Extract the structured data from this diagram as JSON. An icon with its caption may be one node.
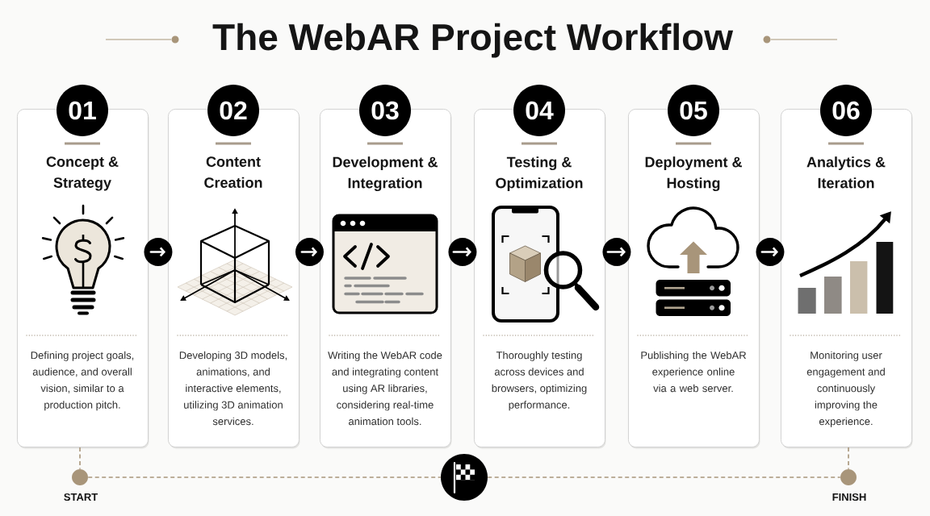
{
  "diagram": {
    "title": "The WebAR Project Workflow",
    "nodes": [
      {
        "text": [
          "01"
        ]
      },
      {
        "text": [
          "Concept & Strategy",
          "Defining project goals, audience, and overall vision, similar to a production pitch."
        ]
      },
      {
        "text": [
          "02"
        ]
      },
      {
        "text": [
          "Content Creation",
          "Developing 3D models, animations, and interactive elements, utilizing 3D animation services."
        ]
      },
      {
        "text": [
          "03"
        ]
      },
      {
        "text": [
          "Development & Integration",
          "Writing the WebAR code and integrating content using AR libraries, considering real-time animation tools."
        ]
      },
      {
        "text": [
          "04"
        ]
      },
      {
        "text": [
          "Testing & Optimization",
          "Thoroughly testing across devices and browsers, optimizing performance."
        ]
      },
      {
        "text": [
          "05"
        ]
      },
      {
        "text": [
          "Deployment & Hosting",
          "Publishing the WebAR experience online via a web server."
        ]
      },
      {
        "text": [
          "06"
        ]
      },
      {
        "text": [
          "Analytics & Iteration",
          "Monitoring user engagement and continuously improving the experience."
        ]
      },
      {
        "text": [],
        "shape": "circle",
        "beside": [
          "START"
        ]
      },
      {
        "text": [],
        "shape": "circle"
      },
      {
        "text": [],
        "shape": "circle",
        "beside": [
          "FINISH"
        ]
      }
    ],
    "edges": [
      {
        "from": 1,
        "to": 3,
        "arrow": "to"
      },
      {
        "from": 3,
        "to": 5,
        "arrow": "to"
      },
      {
        "from": 5,
        "to": 7,
        "arrow": "to"
      },
      {
        "from": 7,
        "to": 9,
        "arrow": "to"
      },
      {
        "from": 9,
        "to": 11,
        "arrow": "to"
      },
      {
        "from": 1,
        "to": 12,
        "arrow": "none",
        "style": "dashed",
        "color": "#a8957a"
      },
      {
        "from": 12,
        "to": 13,
        "arrow": "none",
        "style": "dashed",
        "color": "#a8957a"
      },
      {
        "from": 13,
        "to": 14,
        "arrow": "none",
        "style": "dashed",
        "color": "#a8957a"
      },
      {
        "from": 11,
        "to": 14,
        "arrow": "none",
        "style": "dashed",
        "color": "#a8957a"
      }
    ]
  }
}
